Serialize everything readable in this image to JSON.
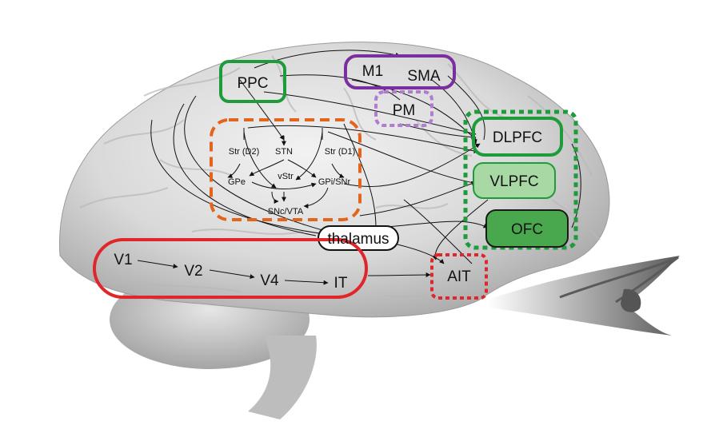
{
  "regions": {
    "ppc": "PPC",
    "m1": "M1",
    "sma": "SMA",
    "pm": "PM",
    "dlpfc": "DLPFC",
    "vlpfc": "VLPFC",
    "ofc": "OFC",
    "thalamus": "thalamus",
    "v1": "V1",
    "v2": "V2",
    "v4": "V4",
    "it": "IT",
    "ait": "AIT"
  },
  "basal_ganglia": {
    "str_d2": "Str (D2)",
    "stn": "STN",
    "str_d1": "Str (D1)",
    "gpe": "GPe",
    "vstr": "vStr",
    "gpi_snr": "GPi/SNr",
    "snc_vta": "SNc/VTA"
  },
  "colors": {
    "parietal": "#1e9b3b",
    "motor": "#7b2f9e",
    "premotor": "#b07cd0",
    "basal_ganglia": "#e2651e",
    "prefrontal": "#1e9b3b",
    "vlpfc_fill": "#a8d8a4",
    "ofc_fill": "#49a84d",
    "visual": "#e0262a"
  }
}
